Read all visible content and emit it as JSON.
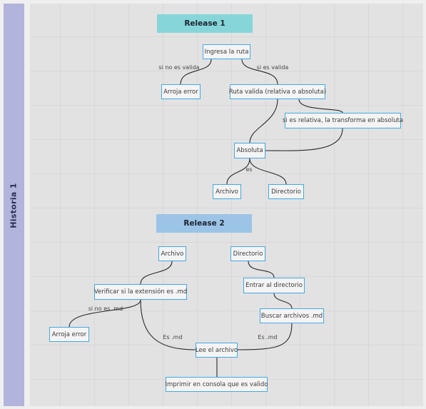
{
  "swimlane": {
    "label": "Historia 1"
  },
  "release1": {
    "title": "Release 1",
    "color": "#86d6d9",
    "nodes": {
      "ingresa_ruta": "Ingresa la ruta",
      "arroja_error": "Arroja error",
      "ruta_valida": "Ruta valida (relativa o absoluta)",
      "si_relativa": "si es relativa, la transforma en absoluta",
      "absoluta": "Absoluta",
      "archivo": "Archivo",
      "directorio": "Directorio"
    },
    "edge_labels": {
      "si_no_valida": "si no es valida",
      "si_valida": "si es valida",
      "es": "es"
    }
  },
  "release2": {
    "title": "Release 2",
    "color": "#9cc4e6",
    "nodes": {
      "archivo": "Archivo",
      "directorio": "Directorio",
      "verificar": "Verificar si la extensión es .md",
      "entrar": "Entrar al directorio",
      "buscar": "Buscar archivos .md",
      "arroja_error": "Arroja error",
      "lee": "Lee el archivo",
      "imprimir": "Imprimir en consola que es valido"
    },
    "edge_labels": {
      "si_no_md": "si no es .md",
      "es_md_left": "Es .md",
      "es_md_right": "Es .md"
    }
  },
  "colors": {
    "node_border": "#45a9e2",
    "edge": "#2a2a2a",
    "lane": "#b1b4dc"
  }
}
